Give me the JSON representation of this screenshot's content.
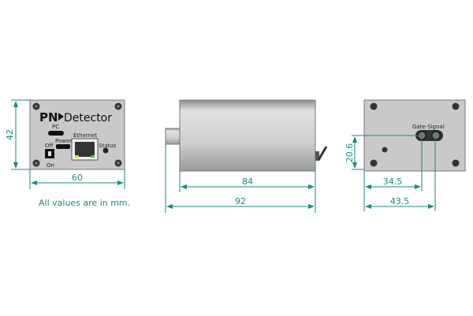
{
  "front_view": {
    "brand_pn": "PN",
    "brand_detector": "Detector",
    "labels": {
      "pc": "PC",
      "ethernet": "Ethernet",
      "power": "Power",
      "off": "Off",
      "on": "On",
      "status": "Status"
    }
  },
  "back_view": {
    "gate_signal": "Gate-Signal"
  },
  "dimensions": {
    "front_height": "42",
    "front_width": "60",
    "body_length": "84",
    "total_length": "92",
    "connector_height": "20.6",
    "connector1_offset": "34.5",
    "connector2_offset": "43.5"
  },
  "note": "All values are in mm.",
  "colors": {
    "dimension": "#1a8a7f",
    "panel": "#c9c9c9"
  }
}
